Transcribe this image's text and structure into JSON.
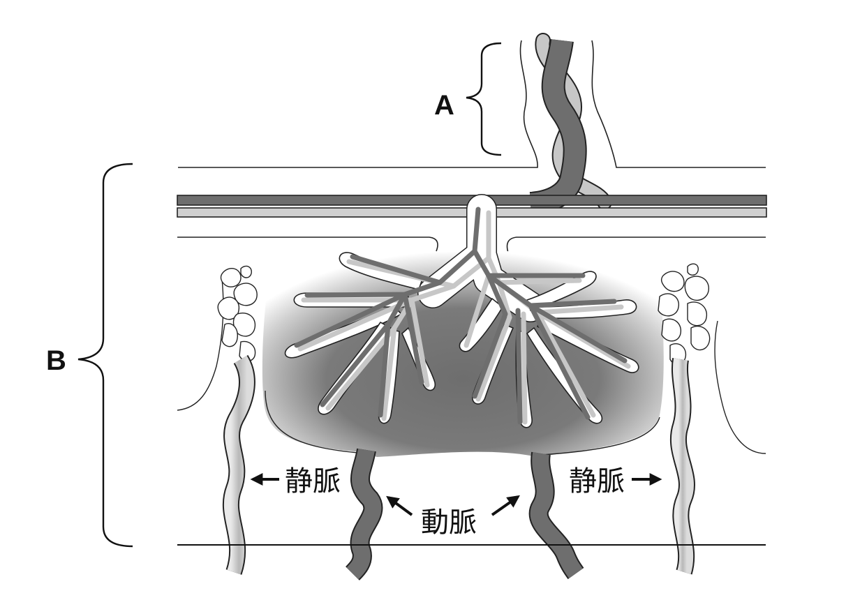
{
  "diagram": {
    "colors": {
      "artery": "#6e6e6e",
      "vein": "#bdbdbd",
      "outline": "#1a1a1a",
      "background": "#ffffff",
      "shade_center": "#707070"
    },
    "labels": {
      "region_a": "A",
      "region_b": "B",
      "vein_left": "静脈",
      "artery": "動脈",
      "vein_right": "静脈"
    },
    "arrows": {
      "vein_left": "left",
      "artery_left": "up-left",
      "artery_right": "up-right",
      "vein_right": "right"
    }
  }
}
